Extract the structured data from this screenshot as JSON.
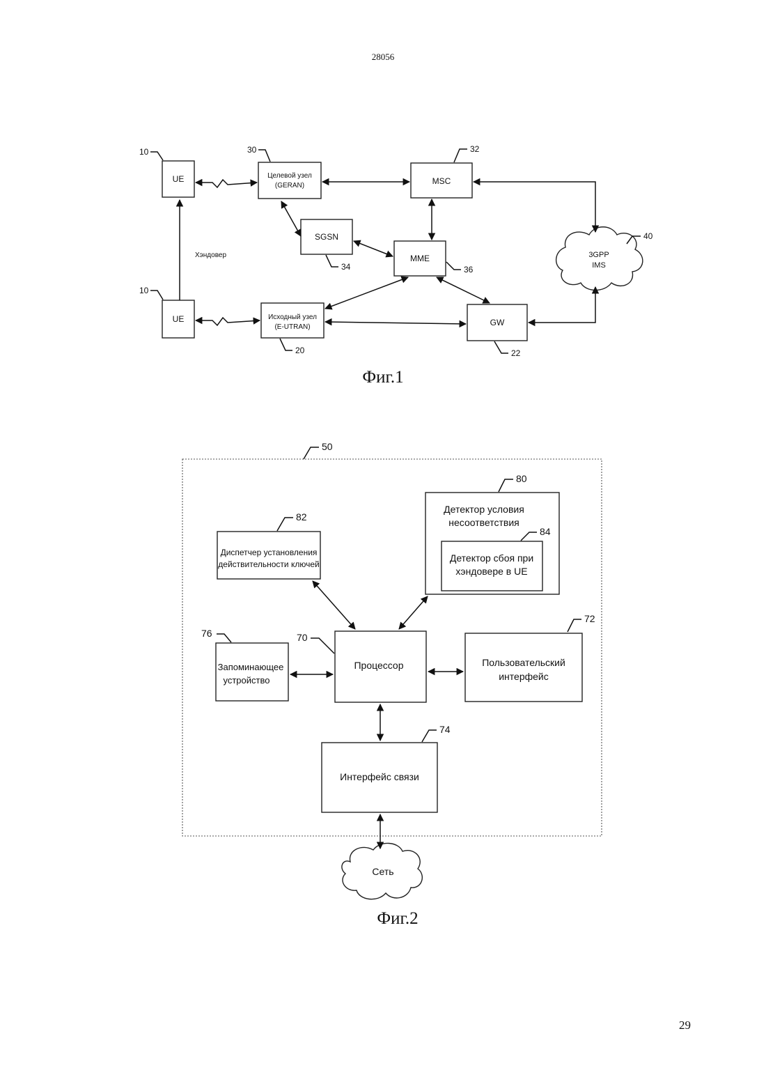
{
  "page": {
    "header": "28056",
    "number": "29"
  },
  "fig1": {
    "caption": "Фиг.1",
    "nodes": {
      "ue_top": "UE",
      "ue_bottom": "UE",
      "target_line1": "Целевой узел",
      "target_line2": "(GERAN)",
      "source_line1": "Исходный узел",
      "source_line2": "(E-UTRAN)",
      "msc": "MSC",
      "sgsn": "SGSN",
      "mme": "MME",
      "gw": "GW",
      "ims_line1": "3GPP",
      "ims_line2": "IMS"
    },
    "handover_label": "Хэндовер",
    "refs": {
      "ue_top": "10",
      "ue_bottom": "10",
      "target": "30",
      "source": "20",
      "msc": "32",
      "sgsn": "34",
      "mme": "36",
      "gw": "22",
      "ims": "40"
    }
  },
  "fig2": {
    "caption": "Фиг.2",
    "nodes": {
      "key_mgr_line1": "Диспетчер установления",
      "key_mgr_line2": "действительности ключей",
      "detector_line1": "Детектор условия",
      "detector_line2": "несоответствия",
      "ho_detector_line1": "Детектор сбоя при",
      "ho_detector_line2": "хэндовере в UE",
      "memory_line1": "Запоминающее",
      "memory_line2": "устройство",
      "processor": "Процессор",
      "ui_line1": "Пользовательский",
      "ui_line2": "интерфейс",
      "comm": "Интерфейс связи",
      "network": "Сеть"
    },
    "refs": {
      "apparatus": "50",
      "detector": "80",
      "key_mgr": "82",
      "ho_detector": "84",
      "memory": "76",
      "processor": "70",
      "ui": "72",
      "comm": "74"
    }
  }
}
